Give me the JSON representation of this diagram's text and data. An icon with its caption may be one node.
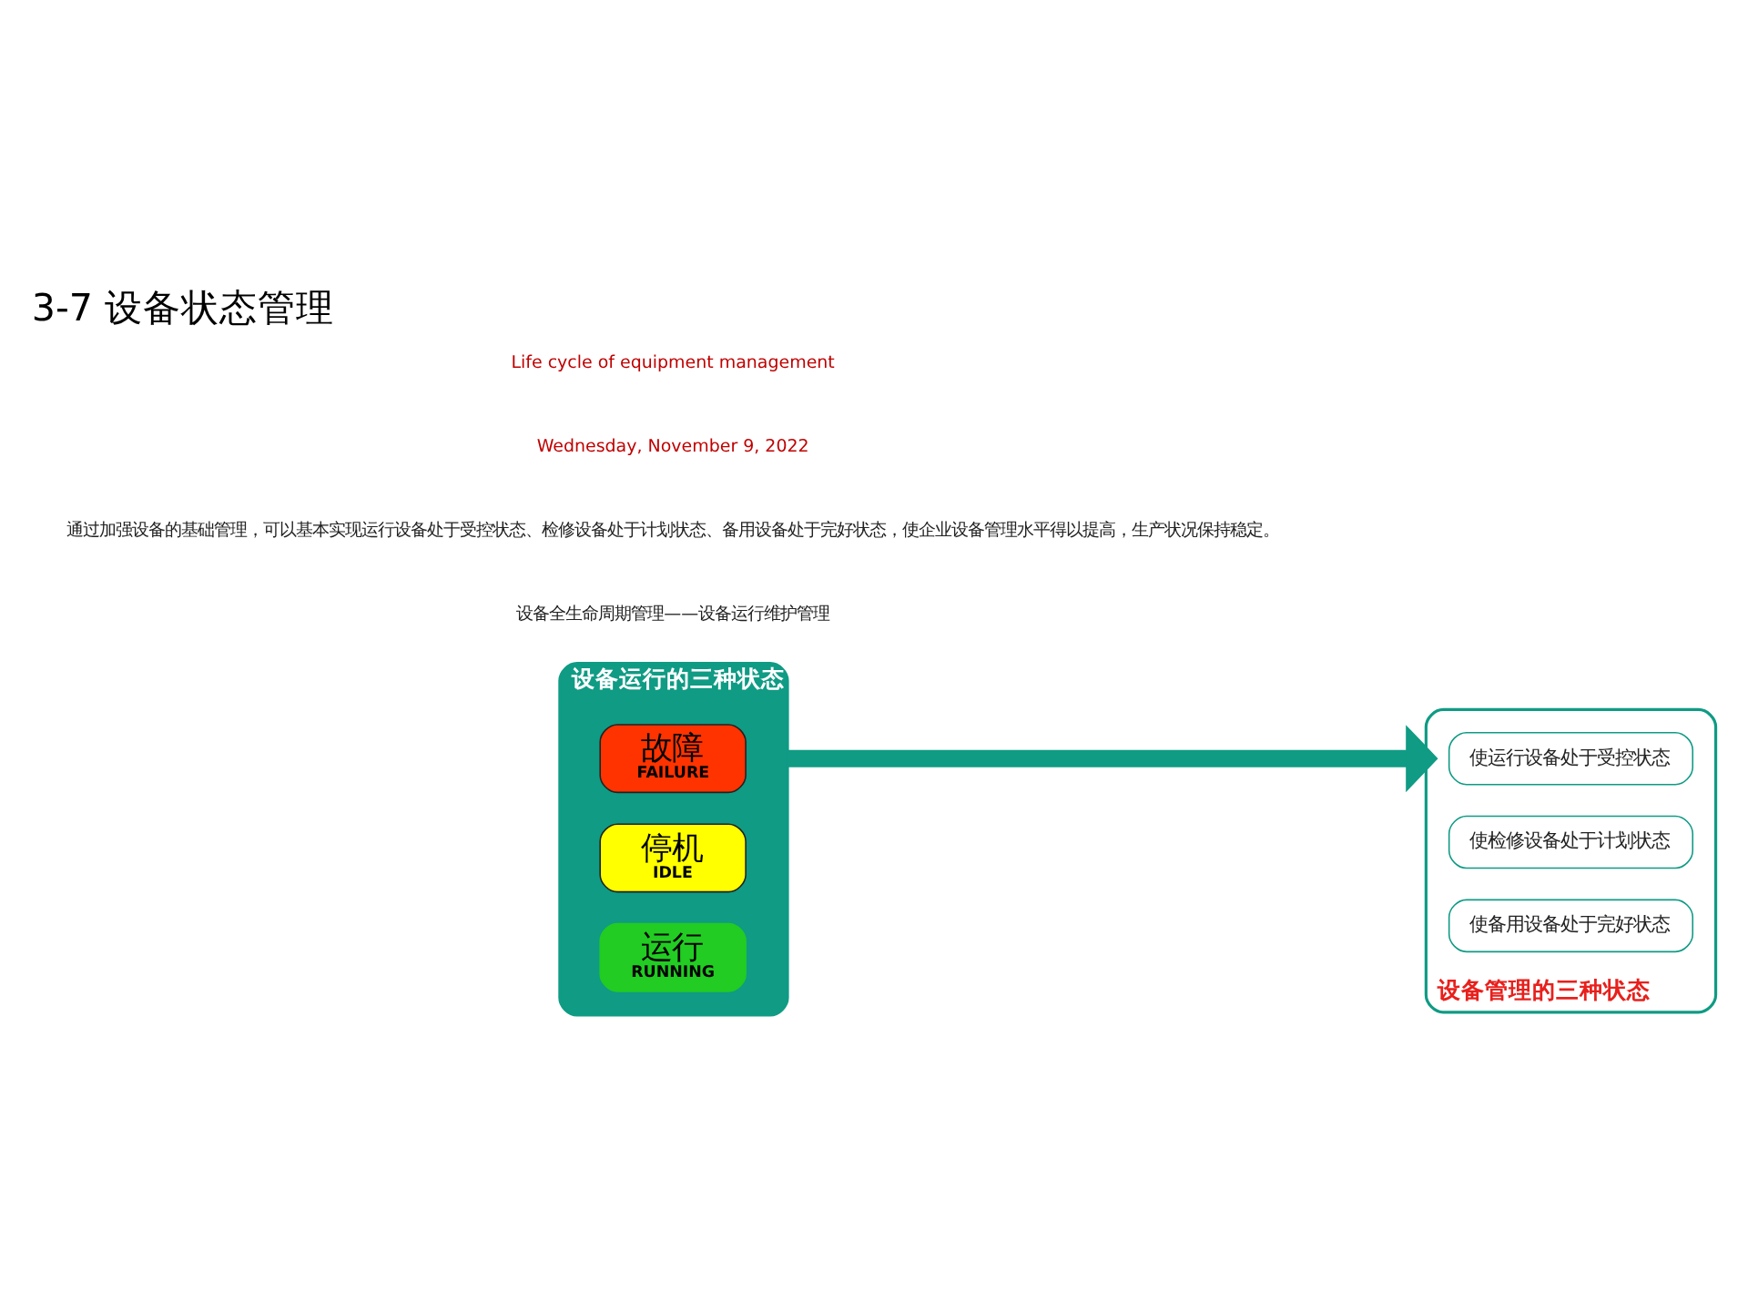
{
  "diagram": {
    "title": "3-7 设备状态管理",
    "nodes": [
      {
        "text": [
          "设备运行的三种状态"
        ]
      },
      {
        "text": [
          "故障",
          "FAILURE"
        ],
        "in": 0
      },
      {
        "text": [
          "停机",
          "IDLE"
        ],
        "in": 0
      },
      {
        "text": [
          "运行",
          "RUNNING"
        ],
        "in": 0
      },
      {
        "text": [
          "设备管理的三种状态"
        ]
      },
      {
        "text": [
          "使运行设备处于受控状态"
        ],
        "in": 4
      },
      {
        "text": [
          "使检修设备处于计划状态"
        ],
        "in": 4
      },
      {
        "text": [
          "使备用设备处于完好状态"
        ],
        "in": 4
      }
    ],
    "edges": [
      {
        "from": 0,
        "to": 4,
        "arrow": "to"
      }
    ],
    "labels": [
      "设备全生命周期管理——设备运行维护管理",
      "通过加强设备的基础管理，可以基本实现运行设备处于受控状态、检修设备处于计划状态、备用设备处于完好状态，使企业设备管理水平得以提高，生产状况保持稳定。",
      "Wednesday, November 9, 2022",
      "Life cycle of equipment management"
    ]
  }
}
